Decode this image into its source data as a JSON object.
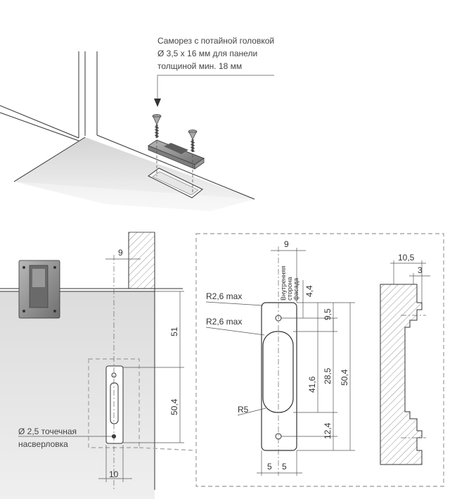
{
  "screw_note": {
    "line1": "Саморез с потайной головкой",
    "line2": "Ø 3,5 x 16 мм для панели",
    "line3": "толщиной мин. 18 мм"
  },
  "drill_note": {
    "line1": "Ø 2,5 точечная",
    "line2": "насверловка"
  },
  "left_dims": {
    "top_offset": "9",
    "height_upper": "51",
    "height_lower": "50,4",
    "width_bottom": "10"
  },
  "detail_dims": {
    "top_width": "9",
    "radius_top": "R2,6 max",
    "radius_mid": "R2,6 max",
    "radius_slot": "R5",
    "dim_4_4": "4,4",
    "dim_9_5": "9,5",
    "dim_41_6": "41,6",
    "dim_28_5": "28,5",
    "dim_50_4": "50,4",
    "dim_12_4": "12,4",
    "bottom_left": "5",
    "bottom_right": "5",
    "inner_side_1": "Внутренняя",
    "inner_side_2": "сторона",
    "inner_side_3": "фасада"
  },
  "section_dims": {
    "width": "10,5",
    "depth": "3"
  },
  "colors": {
    "line": "#333333",
    "dashed_frame": "#aaaaaa",
    "panel_grey": "#e3e3e3",
    "metal": "#8a8a8a"
  }
}
